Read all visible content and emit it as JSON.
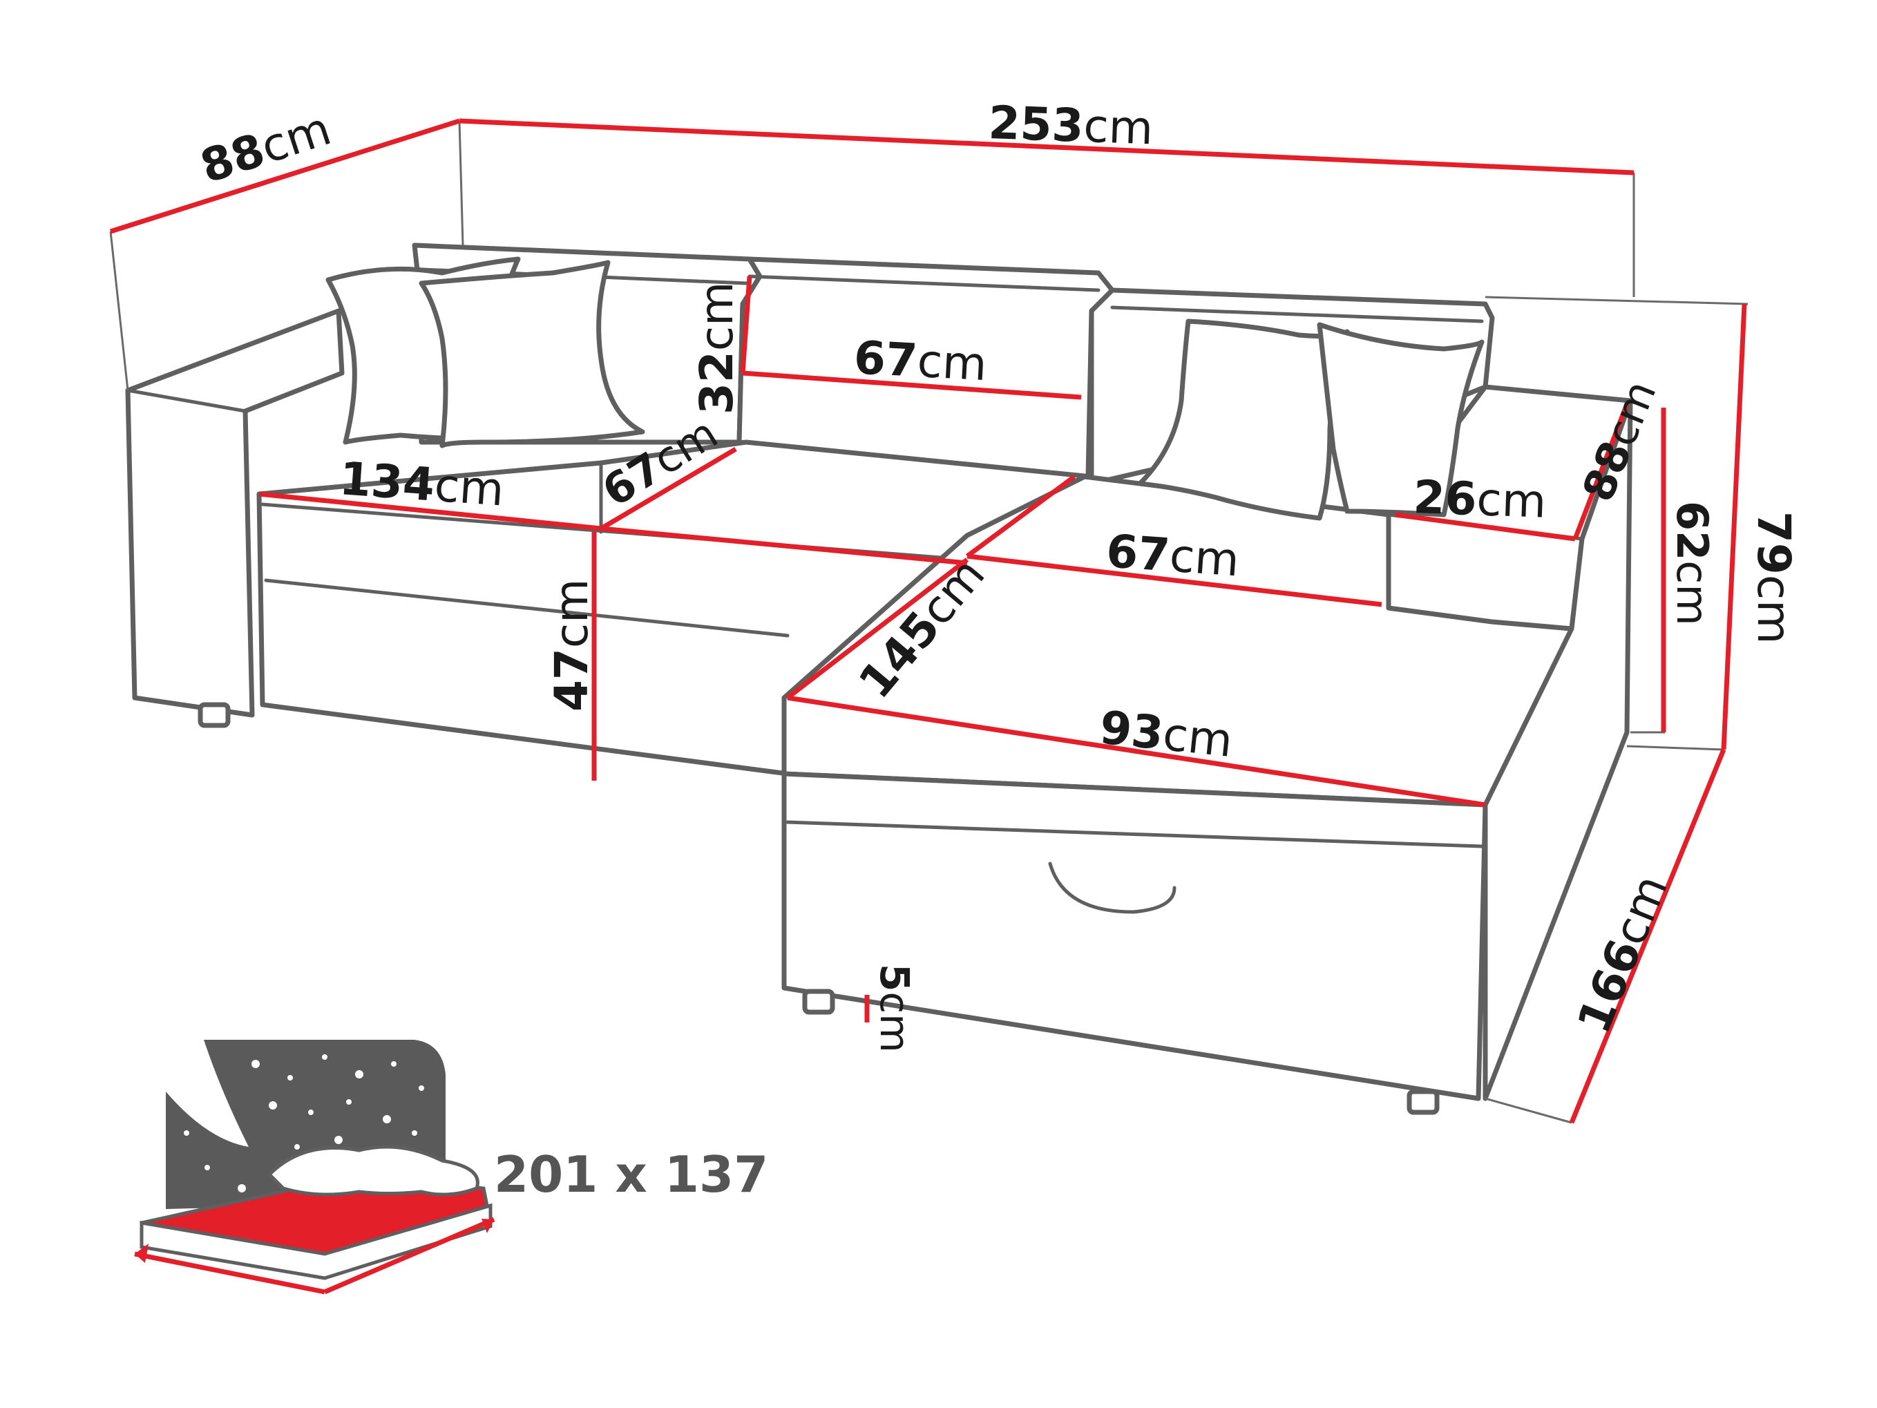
{
  "dimensions": {
    "total_width": {
      "value": "253",
      "unit": "cm"
    },
    "depth": {
      "value": "88",
      "unit": "cm"
    },
    "back_height": {
      "value": "32",
      "unit": "cm"
    },
    "back_cushion_width": {
      "value": "67",
      "unit": "cm"
    },
    "seat_width": {
      "value": "134",
      "unit": "cm"
    },
    "seat_depth": {
      "value": "67",
      "unit": "cm"
    },
    "seat_height": {
      "value": "47",
      "unit": "cm"
    },
    "chaise_seat_width": {
      "value": "67",
      "unit": "cm"
    },
    "armrest_width": {
      "value": "26",
      "unit": "cm"
    },
    "armrest_depth": {
      "value": "88",
      "unit": "cm"
    },
    "armrest_height": {
      "value": "62",
      "unit": "cm"
    },
    "total_height": {
      "value": "79",
      "unit": "cm"
    },
    "chaise_length": {
      "value": "145",
      "unit": "cm"
    },
    "chaise_width": {
      "value": "93",
      "unit": "cm"
    },
    "leg_height": {
      "value": "5",
      "unit": "cm"
    },
    "total_depth": {
      "value": "166",
      "unit": "cm"
    }
  },
  "sleeping_area": {
    "label": "201 x 137"
  },
  "colors": {
    "dimension_line": "#e3202a",
    "outline": "#5f5f5f",
    "mattress": "#e3202a",
    "night_sky": "#5a5a5a"
  },
  "icons": [
    "bed-icon",
    "star-icon",
    "pillow-icon"
  ]
}
